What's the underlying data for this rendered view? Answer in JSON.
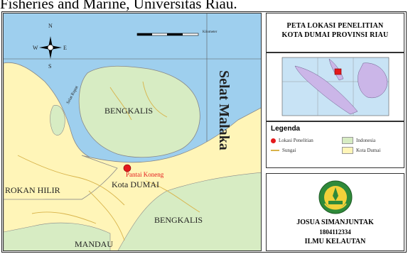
{
  "caption": "Fisheries and Marine, Universitas Riau.",
  "map": {
    "labels": {
      "selat_malaka": "Selat Malaka",
      "selat_rupat": "Selat Rupat",
      "bengkalis_north": "BENGKALIS",
      "pantai": "Pantai Koneng",
      "kota_dumai": "Kota DUMAI",
      "rokan_hilir": "ROKAN HILIR",
      "bengkalis_south": "BENGKALIS",
      "mandau": "MANDAU"
    },
    "compass": {
      "n": "N",
      "s": "S",
      "e": "E",
      "w": "W"
    },
    "scale_unit": "Kilometer"
  },
  "title_panel": {
    "line1": "PETA LOKASI PENELITIAN",
    "line2": "KOTA DUMAI PROVINSI RIAU"
  },
  "legend": {
    "title": "Legenda",
    "items": [
      {
        "label": "Lokasi Penelitian",
        "symbol": "red-dot"
      },
      {
        "label": "Sungai",
        "symbol": "river-line"
      },
      {
        "label": "Indonesia",
        "symbol": "green-fill"
      },
      {
        "label": "Kota Dumai",
        "symbol": "yellow-fill"
      }
    ]
  },
  "signature": {
    "name": "JOSUA SIMANJUNTAK",
    "nim": "1804112334",
    "dept": "ILMU KELAUTAN"
  },
  "colors": {
    "sea": "#9ecfee",
    "land_bengkalis": "#d7ecc3",
    "land_dumai": "#fff5b8",
    "study_point": "#e41a1c",
    "river": "#d8b34a"
  }
}
